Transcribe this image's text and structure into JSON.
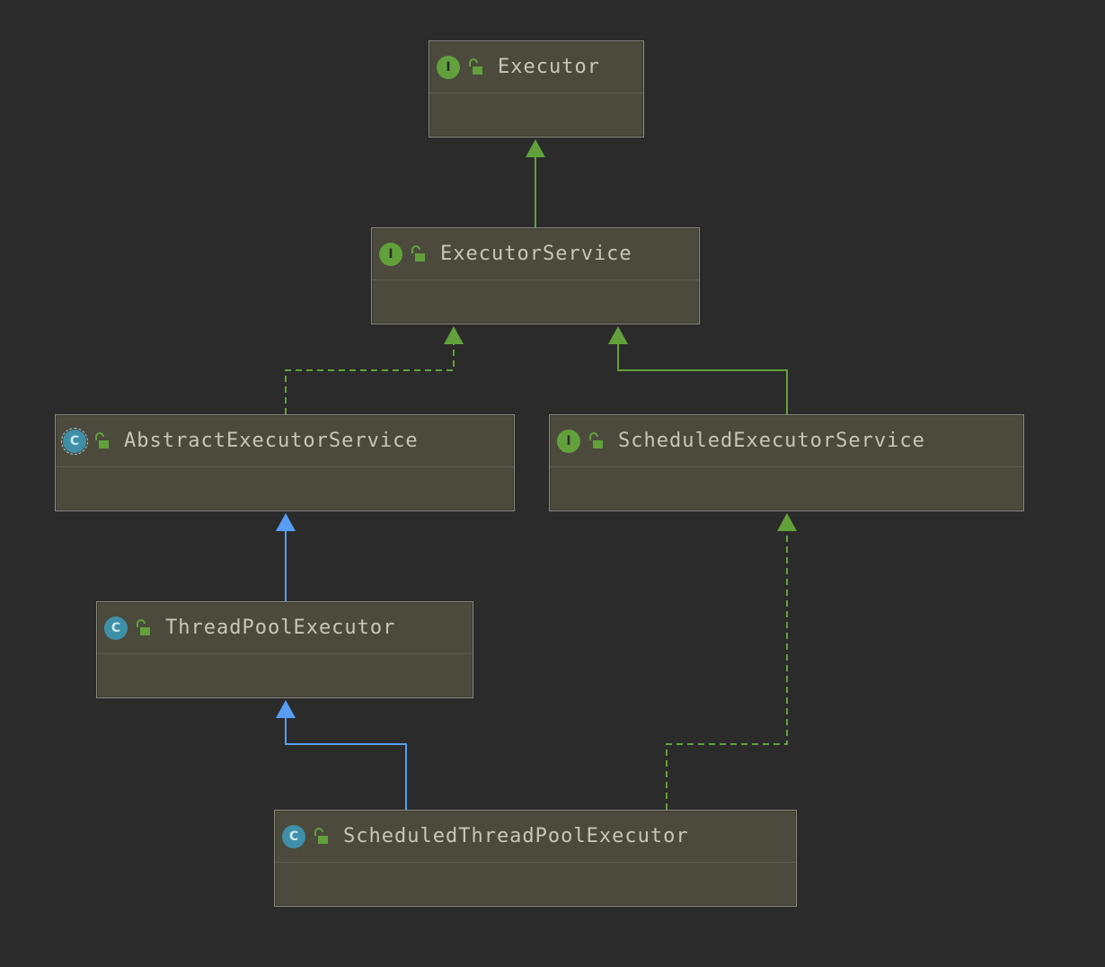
{
  "colors": {
    "background": "#2b2b2b",
    "node_fill": "#4b4a3d",
    "interface_edge": "#62a03c",
    "class_edge": "#589df6"
  },
  "nodes": [
    {
      "id": "executor",
      "kind": "interface",
      "kind_letter": "I",
      "icon": "interface-icon",
      "visibility_icon": "public-lock-icon",
      "label": "Executor"
    },
    {
      "id": "executor-service",
      "kind": "interface",
      "kind_letter": "I",
      "icon": "interface-icon",
      "visibility_icon": "public-lock-icon",
      "label": "ExecutorService"
    },
    {
      "id": "abstract-executor-service",
      "kind": "abstract",
      "kind_letter": "C",
      "icon": "abstract-class-icon",
      "visibility_icon": "public-lock-icon",
      "label": "AbstractExecutorService"
    },
    {
      "id": "scheduled-executor-service",
      "kind": "interface",
      "kind_letter": "I",
      "icon": "interface-icon",
      "visibility_icon": "public-lock-icon",
      "label": "ScheduledExecutorService"
    },
    {
      "id": "thread-pool-executor",
      "kind": "class",
      "kind_letter": "C",
      "icon": "class-icon",
      "visibility_icon": "public-lock-icon",
      "label": "ThreadPoolExecutor"
    },
    {
      "id": "scheduled-thread-pool-executor",
      "kind": "class",
      "kind_letter": "C",
      "icon": "class-icon",
      "visibility_icon": "public-lock-icon",
      "label": "ScheduledThreadPoolExecutor"
    }
  ],
  "edges": [
    {
      "from": "executor-service",
      "to": "executor",
      "type": "extends-interface",
      "style": "solid",
      "color": "#62a03c"
    },
    {
      "from": "abstract-executor-service",
      "to": "executor-service",
      "type": "implements",
      "style": "dashed",
      "color": "#62a03c"
    },
    {
      "from": "scheduled-executor-service",
      "to": "executor-service",
      "type": "extends-interface",
      "style": "solid",
      "color": "#62a03c"
    },
    {
      "from": "thread-pool-executor",
      "to": "abstract-executor-service",
      "type": "extends",
      "style": "solid",
      "color": "#589df6"
    },
    {
      "from": "scheduled-thread-pool-executor",
      "to": "thread-pool-executor",
      "type": "extends",
      "style": "solid",
      "color": "#589df6"
    },
    {
      "from": "scheduled-thread-pool-executor",
      "to": "scheduled-executor-service",
      "type": "implements",
      "style": "dashed",
      "color": "#62a03c"
    }
  ]
}
